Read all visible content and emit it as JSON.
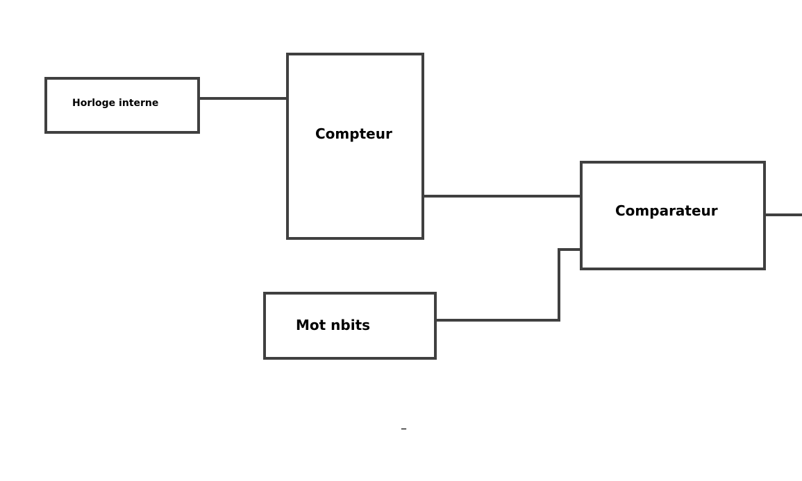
{
  "blocks": {
    "clock": "Horloge interne",
    "counter": "Compteur",
    "comparator": "Comparateur",
    "word": "Mot nbits"
  },
  "stray_mark": "–",
  "colors": {
    "stroke": "#404040",
    "background": "#ffffff"
  }
}
